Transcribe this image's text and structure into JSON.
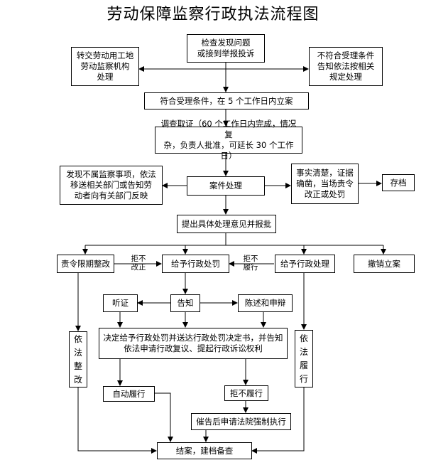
{
  "title": "劳动保障监察行政执法流程图",
  "nodes": {
    "check": "检查发现问题\n或接到举报投诉",
    "transfer": "转交劳动用工地\n劳动监察机构\n处理",
    "reject": "不符合受理条件\n告知依法按相关\n规定处理",
    "accept": "符合受理条件，在 5 个工作日内立案",
    "investigate": "调查取证（60 个工作日内完成，情况复\n杂，负责人批准，可延长 30 个工作日）",
    "not_scope": "发现不属监察事项，依法\n移送相关部门或告知劳\n动者向有关部门反映",
    "case_handle": "案件处理",
    "facts_clear": "事实清楚，证据\n确凿，当场责令\n改正或处罚",
    "archive": "存档",
    "propose": "提出具体处理意见并报批",
    "order_correct": "责令限期整改",
    "give_penalty": "给予行政处罚",
    "admin_handle": "给予行政处理",
    "revoke": "撤销立案",
    "hearing": "听证",
    "notify": "告知",
    "statement": "陈述和申辩",
    "decision": "决定给予行政处罚并送达行政处罚决定书，并告知\n依法申请行政复议、提起行政诉讼权利",
    "comply_correct": "依\n法\n整\n改",
    "comply_perform": "依\n法\n履\n行",
    "self_perform": "自动履行",
    "refuse_perform": "拒不履行",
    "enforce": "催告后申请法院强制执行",
    "close": "结案，建档备查"
  },
  "edge_labels": {
    "refuse_correct": "拒不\n改正",
    "refuse_perform": "拒不\n履行"
  }
}
